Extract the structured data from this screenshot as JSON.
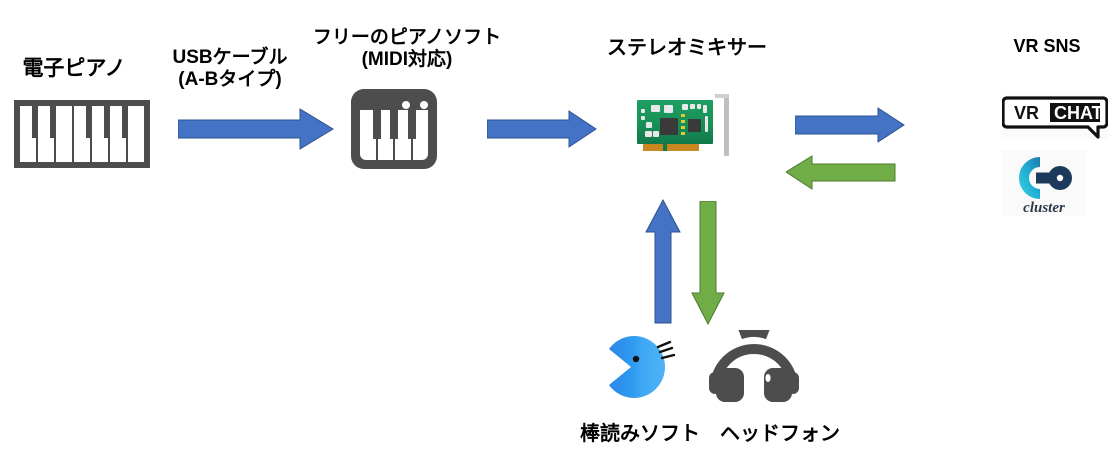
{
  "diagram": {
    "title": "VR SNS piano streaming signal flow",
    "background": "#ffffff",
    "colors": {
      "arrow_blue": "#4472C4",
      "arrow_green": "#70AD47",
      "icon_gray": "#4d4d4d",
      "pcb_green": "#179157",
      "bird_blue": "#2E9BF0",
      "cluster_cyan": "#29B6D8",
      "cluster_navy": "#1B3A5C",
      "text": "#000000"
    },
    "labels": {
      "electric_piano": "電子ピアノ",
      "usb_cable_line1": "USBケーブル",
      "usb_cable_line2": "(A-Bタイプ)",
      "piano_software_line1": "フリーのピアノソフト",
      "piano_software_line2": "(MIDI対応)",
      "stereo_mixer": "ステレオミキサー",
      "vr_sns": "VR SNS",
      "bouyomi_software": "棒読みソフト",
      "headphones": "ヘッドフォン",
      "bottom_row": "棒読みソフト　ヘッドフォン"
    },
    "logos": {
      "vrchat_vr": "VR",
      "vrchat_chat": "CHAT",
      "cluster_wordmark": "cluster"
    },
    "nodes": [
      {
        "id": "electric-piano",
        "label": "電子ピアノ",
        "icon": "piano-keyboard-icon"
      },
      {
        "id": "piano-software",
        "label": "フリーのピアノソフト",
        "icon": "midi-keyboard-icon"
      },
      {
        "id": "stereo-mixer",
        "label": "ステレオミキサー",
        "icon": "sound-card-icon"
      },
      {
        "id": "vr-sns",
        "label": "VR SNS",
        "icon": "vrchat-logo"
      },
      {
        "id": "bouyomi",
        "label": "棒読みソフト",
        "icon": "bouyomi-bird-icon"
      },
      {
        "id": "headphones",
        "label": "ヘッドフォン",
        "icon": "headphones-icon"
      }
    ],
    "arrows": [
      {
        "id": "piano-to-software",
        "direction": "right",
        "color": "#4472C4"
      },
      {
        "id": "software-to-mixer",
        "direction": "right",
        "color": "#4472C4"
      },
      {
        "id": "mixer-to-vrsns",
        "direction": "right",
        "color": "#4472C4"
      },
      {
        "id": "vrsns-to-mixer",
        "direction": "left",
        "color": "#70AD47"
      },
      {
        "id": "bouyomi-to-mixer",
        "direction": "up",
        "color": "#4472C4"
      },
      {
        "id": "mixer-to-headphones",
        "direction": "down",
        "color": "#70AD47"
      }
    ]
  }
}
